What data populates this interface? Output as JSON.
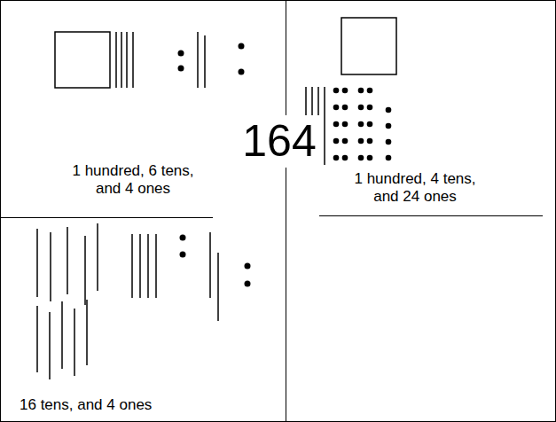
{
  "diagram": {
    "labels": [
      "1 hundred, 6 tens, and 4 ones",
      "164",
      "1 hundred, 4 tens, and 24 ones",
      "16 tens, and 4 ones"
    ]
  }
}
